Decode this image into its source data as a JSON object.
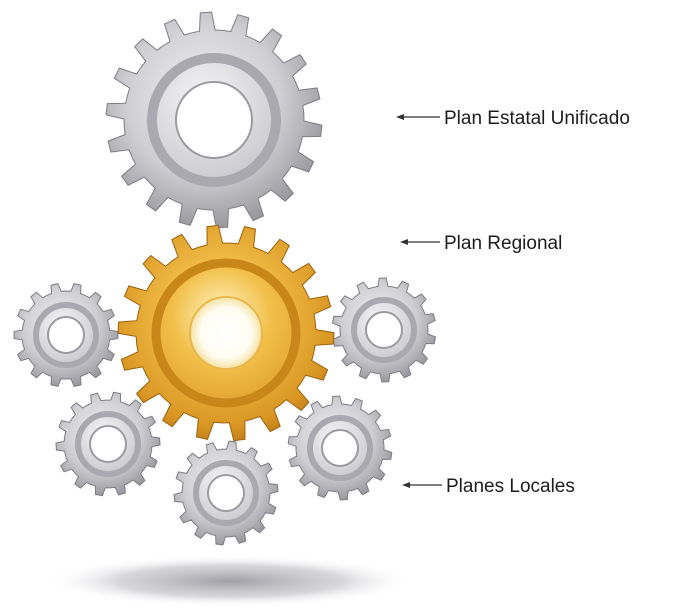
{
  "diagram": {
    "levels": [
      {
        "id": "estatal",
        "label": "Plan Estatal Unificado",
        "color": "#b9b9bd"
      },
      {
        "id": "regional",
        "label": "Plan Regional",
        "color": "#e3a62c"
      },
      {
        "id": "locales",
        "label": "Planes Locales",
        "color": "#bdbdc1"
      }
    ]
  }
}
